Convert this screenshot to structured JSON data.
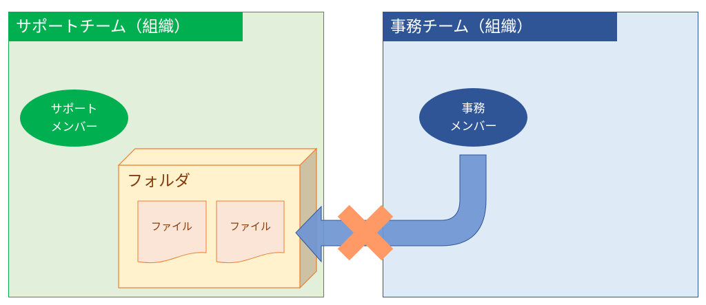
{
  "teams": {
    "support": {
      "title": "サポートチーム（組織）",
      "member": [
        "サポート",
        "メンバー"
      ]
    },
    "office": {
      "title": "事務チーム（組織）",
      "member": [
        "事務",
        "メンバー"
      ]
    }
  },
  "folder": {
    "label": "フォルダ",
    "files": [
      "ファイル",
      "ファイル"
    ]
  },
  "access": {
    "blocked": true,
    "symbol": "x-mark"
  },
  "colors": {
    "support_green": "#00b050",
    "office_blue": "#2f5597",
    "arrow_blue": "#6f95d3",
    "cross_orange": "#ff9966",
    "folder_fill": "#fff2cc",
    "file_fill": "#fbe5d6"
  }
}
